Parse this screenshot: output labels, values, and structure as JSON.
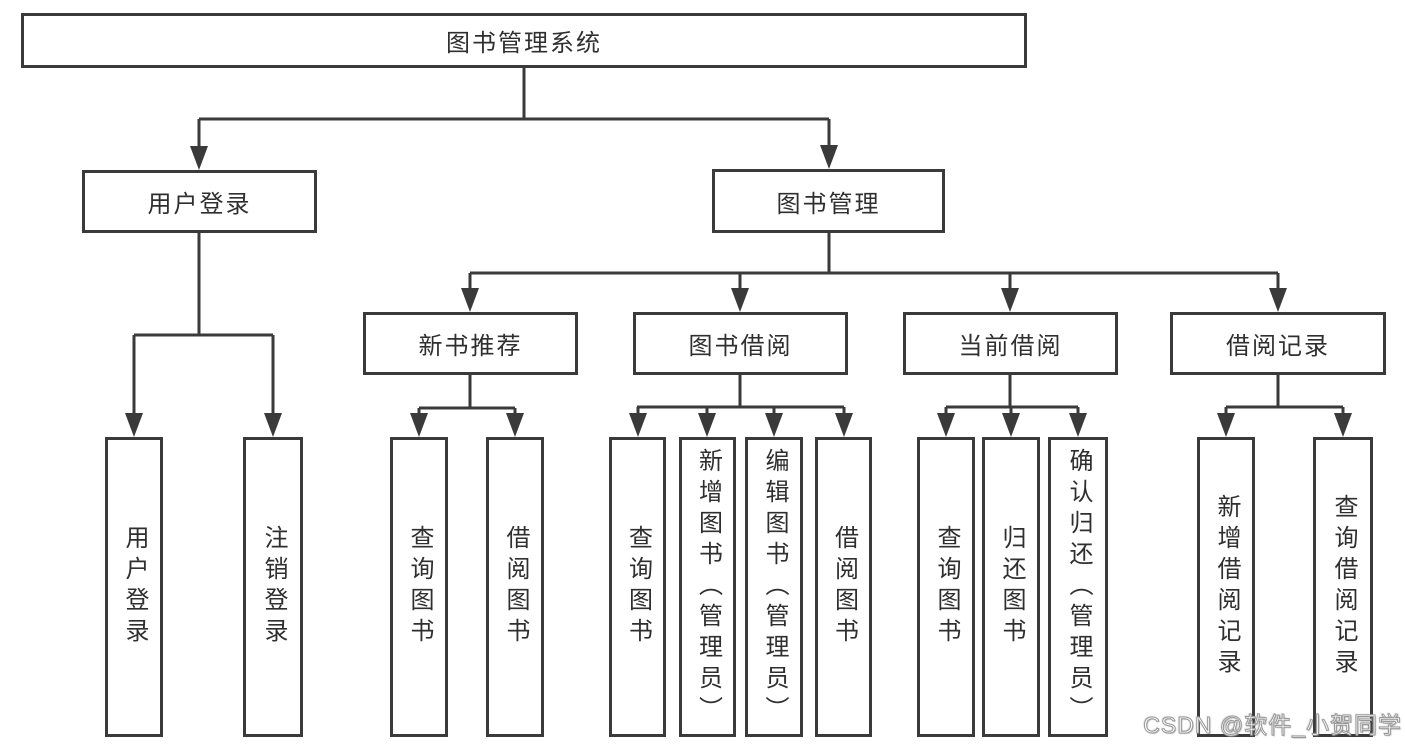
{
  "colors": {
    "line": "#3a3a3a",
    "text": "#2f2f2f",
    "watermark": "#9a9a9a"
  },
  "watermark": "CSDN @软件_小贺同学",
  "tree": {
    "label": "图书管理系统",
    "children": [
      {
        "label": "用户登录",
        "children": [
          {
            "label": "用户登录"
          },
          {
            "label": "注销登录"
          }
        ]
      },
      {
        "label": "图书管理",
        "children": [
          {
            "label": "新书推荐",
            "children": [
              {
                "label": "查询图书"
              },
              {
                "label": "借阅图书"
              }
            ]
          },
          {
            "label": "图书借阅",
            "children": [
              {
                "label": "查询图书"
              },
              {
                "label": "新增图书（管理员）"
              },
              {
                "label": "编辑图书（管理员）"
              },
              {
                "label": "借阅图书"
              }
            ]
          },
          {
            "label": "当前借阅",
            "children": [
              {
                "label": "查询图书"
              },
              {
                "label": "归还图书"
              },
              {
                "label": "确认归还（管理员）"
              }
            ]
          },
          {
            "label": "借阅记录",
            "children": [
              {
                "label": "新增借阅记录"
              },
              {
                "label": "查询借阅记录"
              }
            ]
          }
        ]
      }
    ]
  }
}
